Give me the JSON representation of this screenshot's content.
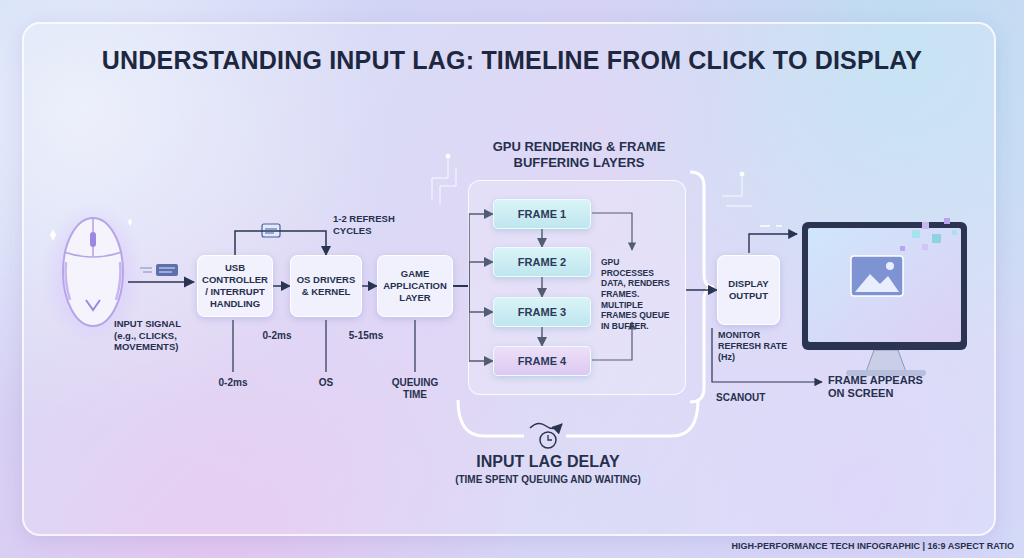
{
  "diagram": {
    "title": "UNDERSTANDING INPUT LAG: TIMELINE FROM CLICK TO DISPLAY",
    "nodes": [
      {
        "text": [
          "USB CONTROLLER / INTERRUPT HANDLING"
        ]
      },
      {
        "text": [
          "OS DRIVERS & KERNEL"
        ]
      },
      {
        "text": [
          "GAME APPLICATION LAYER"
        ]
      },
      {
        "text": [
          "GPU RENDERING & FRAME BUFFERING LAYERS",
          "GPU PROCESSES DATA, RENDERS FRAMES. MULTIPLE FRAMES QUEUE IN BUFFER."
        ]
      },
      {
        "text": [
          "FRAME 1"
        ],
        "in": 3
      },
      {
        "text": [
          "FRAME 2"
        ],
        "in": 3
      },
      {
        "text": [
          "FRAME 3"
        ],
        "in": 3
      },
      {
        "text": [
          "FRAME 4"
        ],
        "in": 3
      },
      {
        "text": [
          "DISPLAY OUTPUT"
        ]
      }
    ],
    "edges": [
      {
        "from": 0,
        "to": 1,
        "arrow": "to"
      },
      {
        "from": 0,
        "to": 1,
        "label": "1-2 REFRESH CYCLES",
        "arrow": "to"
      },
      {
        "from": 1,
        "to": 2,
        "arrow": "to"
      },
      {
        "from": 2,
        "to": 4,
        "arrow": "to"
      },
      {
        "from": 2,
        "to": 5,
        "arrow": "to"
      },
      {
        "from": 2,
        "to": 6,
        "arrow": "to"
      },
      {
        "from": 2,
        "to": 7,
        "arrow": "to"
      },
      {
        "from": 4,
        "to": 5,
        "arrow": "to"
      },
      {
        "from": 5,
        "to": 6,
        "arrow": "to"
      },
      {
        "from": 6,
        "to": 7,
        "arrow": "to"
      },
      {
        "from": 3,
        "to": 8,
        "arrow": "to"
      }
    ],
    "labels": [
      "INPUT SIGNAL (e.g., CLICKS, MOVEMENTS)",
      "0-2ms",
      "0-2ms",
      "OS",
      "5-15ms",
      "QUEUING TIME",
      "MONITOR REFRESH RATE (Hz)",
      "SCANOUT",
      "FRAME APPEARS ON SCREEN",
      "INPUT LAG DELAY",
      "(TIME SPENT QUEUING AND WAITING)",
      "HIGH-PERFORMANCE TECH INFOGRAPHIC | 16:9 ASPECT RATIO"
    ]
  }
}
